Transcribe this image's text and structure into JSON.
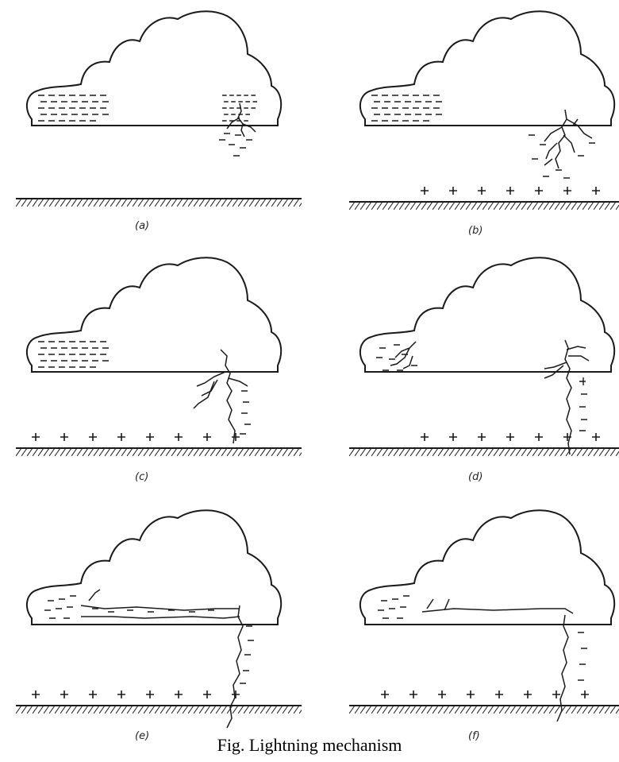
{
  "caption": "Fig. Lightning mechanism",
  "panels": [
    {
      "id": "a",
      "label": "(a)"
    },
    {
      "id": "b",
      "label": "(b)"
    },
    {
      "id": "c",
      "label": "(c)"
    },
    {
      "id": "d",
      "label": "(d)"
    },
    {
      "id": "e",
      "label": "(e)"
    },
    {
      "id": "f",
      "label": "(f)"
    }
  ],
  "colors": {
    "ink": "#1a1a1a",
    "background": "#ffffff"
  }
}
